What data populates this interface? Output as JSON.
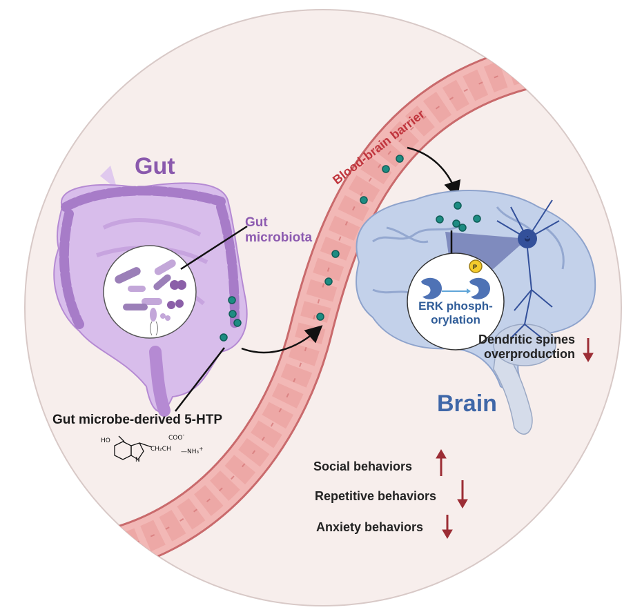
{
  "labels": {
    "gut": "Gut",
    "gut_microbiota_line1": "Gut",
    "gut_microbiota_line2": "microbiota",
    "htp": "Gut microbe-derived 5-HTP",
    "bbb": "Blood-brain barrier",
    "brain": "Brain",
    "erk_line1": "ERK phosph-",
    "erk_line2": "orylation",
    "phospho": "P",
    "spines_line1": "Dendritic spines",
    "spines_line2": "overproduction"
  },
  "chemistry": {
    "ho": "HO",
    "coo": "COO",
    "coo_charge": "-",
    "chain": "CH₂CH",
    "amine": "NH₃",
    "amine_charge": "+",
    "n": "N"
  },
  "behaviors": [
    {
      "label": "Social behaviors",
      "direction": "up"
    },
    {
      "label": "Repetitive behaviors",
      "direction": "down"
    },
    {
      "label": "Anxiety behaviors",
      "direction": "down"
    }
  ],
  "colors": {
    "circle_bg": "#f7eeec",
    "vessel": "#eea7a6",
    "vessel_dark": "#c96a6c",
    "dot": "#1d8c82",
    "gut_purple": "#c9a2e0",
    "brain_blue": "#b6c7e4",
    "arrow_red": "#9c2d35",
    "bbb_text": "#c0353d"
  }
}
